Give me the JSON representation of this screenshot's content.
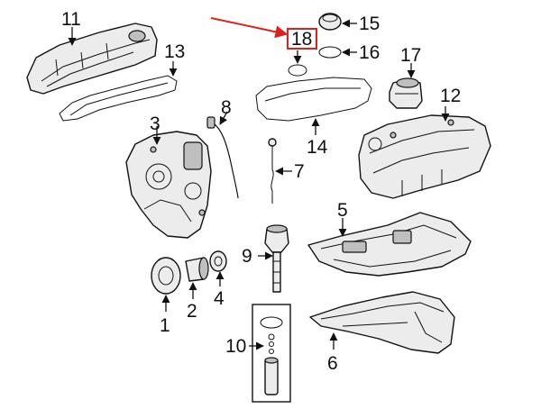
{
  "callouts": {
    "c1": "1",
    "c2": "2",
    "c3": "3",
    "c4": "4",
    "c5": "5",
    "c6": "6",
    "c7": "7",
    "c8": "8",
    "c9": "9",
    "c10": "10",
    "c11": "11",
    "c12": "12",
    "c13": "13",
    "c14": "14",
    "c15": "15",
    "c16": "16",
    "c17": "17",
    "c18": "18"
  },
  "highlight": {
    "callout": "18",
    "color": "#e0201b"
  },
  "colors": {
    "line": "#111111",
    "part_fill": "#ececec",
    "background": "#ffffff"
  }
}
